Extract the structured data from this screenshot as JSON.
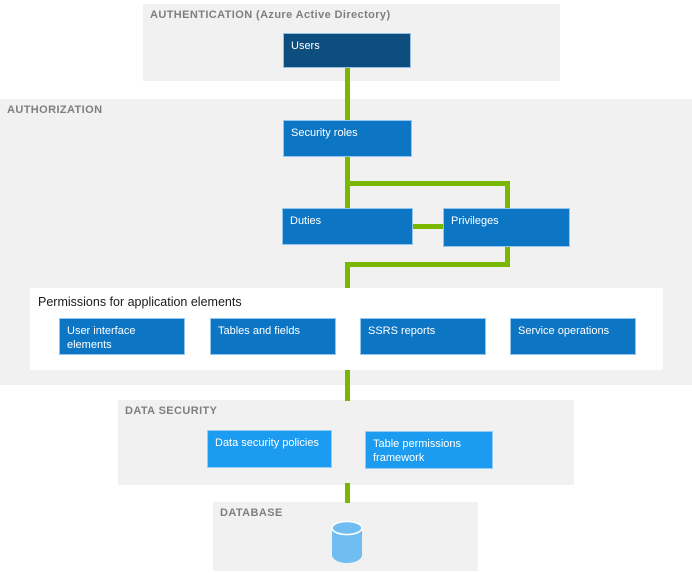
{
  "colors": {
    "canvas-bg": "#ffffff",
    "section-bg": "#f1f1f2",
    "section-label": "#7f7f7f",
    "connector": "#7ab800",
    "box-dark": "#0d4e7e",
    "box-mid": "#0d76c4",
    "box-light": "#1b9cf0",
    "cylinder": "#70bdf2",
    "box-text": "#ffffff",
    "permissions-bg": "#ffffff",
    "permissions-title": "#1a1a1a"
  },
  "sections": {
    "authentication": {
      "label": "AUTHENTICATION (Azure Active Directory)"
    },
    "authorization": {
      "label": "AUTHORIZATION"
    },
    "permissions": {
      "title": "Permissions for application elements"
    },
    "data_security": {
      "label": "DATA SECURITY"
    },
    "database": {
      "label": "DATABASE"
    }
  },
  "nodes": {
    "users": {
      "label": "Users"
    },
    "security_roles": {
      "label": "Security roles"
    },
    "duties": {
      "label": "Duties"
    },
    "privileges": {
      "label": "Privileges"
    },
    "user_interface_elements": {
      "label": "User interface elements"
    },
    "tables_and_fields": {
      "label": "Tables and fields"
    },
    "ssrs_reports": {
      "label": "SSRS reports"
    },
    "service_operations": {
      "label": "Service operations"
    },
    "data_security_policies": {
      "label": "Data security policies"
    },
    "table_permissions_framework": {
      "label": "Table permissions framework"
    }
  },
  "icons": {
    "database": "database-cylinder-icon"
  },
  "edges": [
    {
      "from": "users",
      "to": "security_roles"
    },
    {
      "from": "security_roles",
      "to": "duties"
    },
    {
      "from": "security_roles",
      "to": "privileges"
    },
    {
      "from": "duties",
      "to": "privileges"
    },
    {
      "from": "privileges",
      "to": "permissions_panel"
    },
    {
      "from": "permissions_panel",
      "to": "data_security"
    },
    {
      "from": "data_security",
      "to": "database"
    }
  ]
}
